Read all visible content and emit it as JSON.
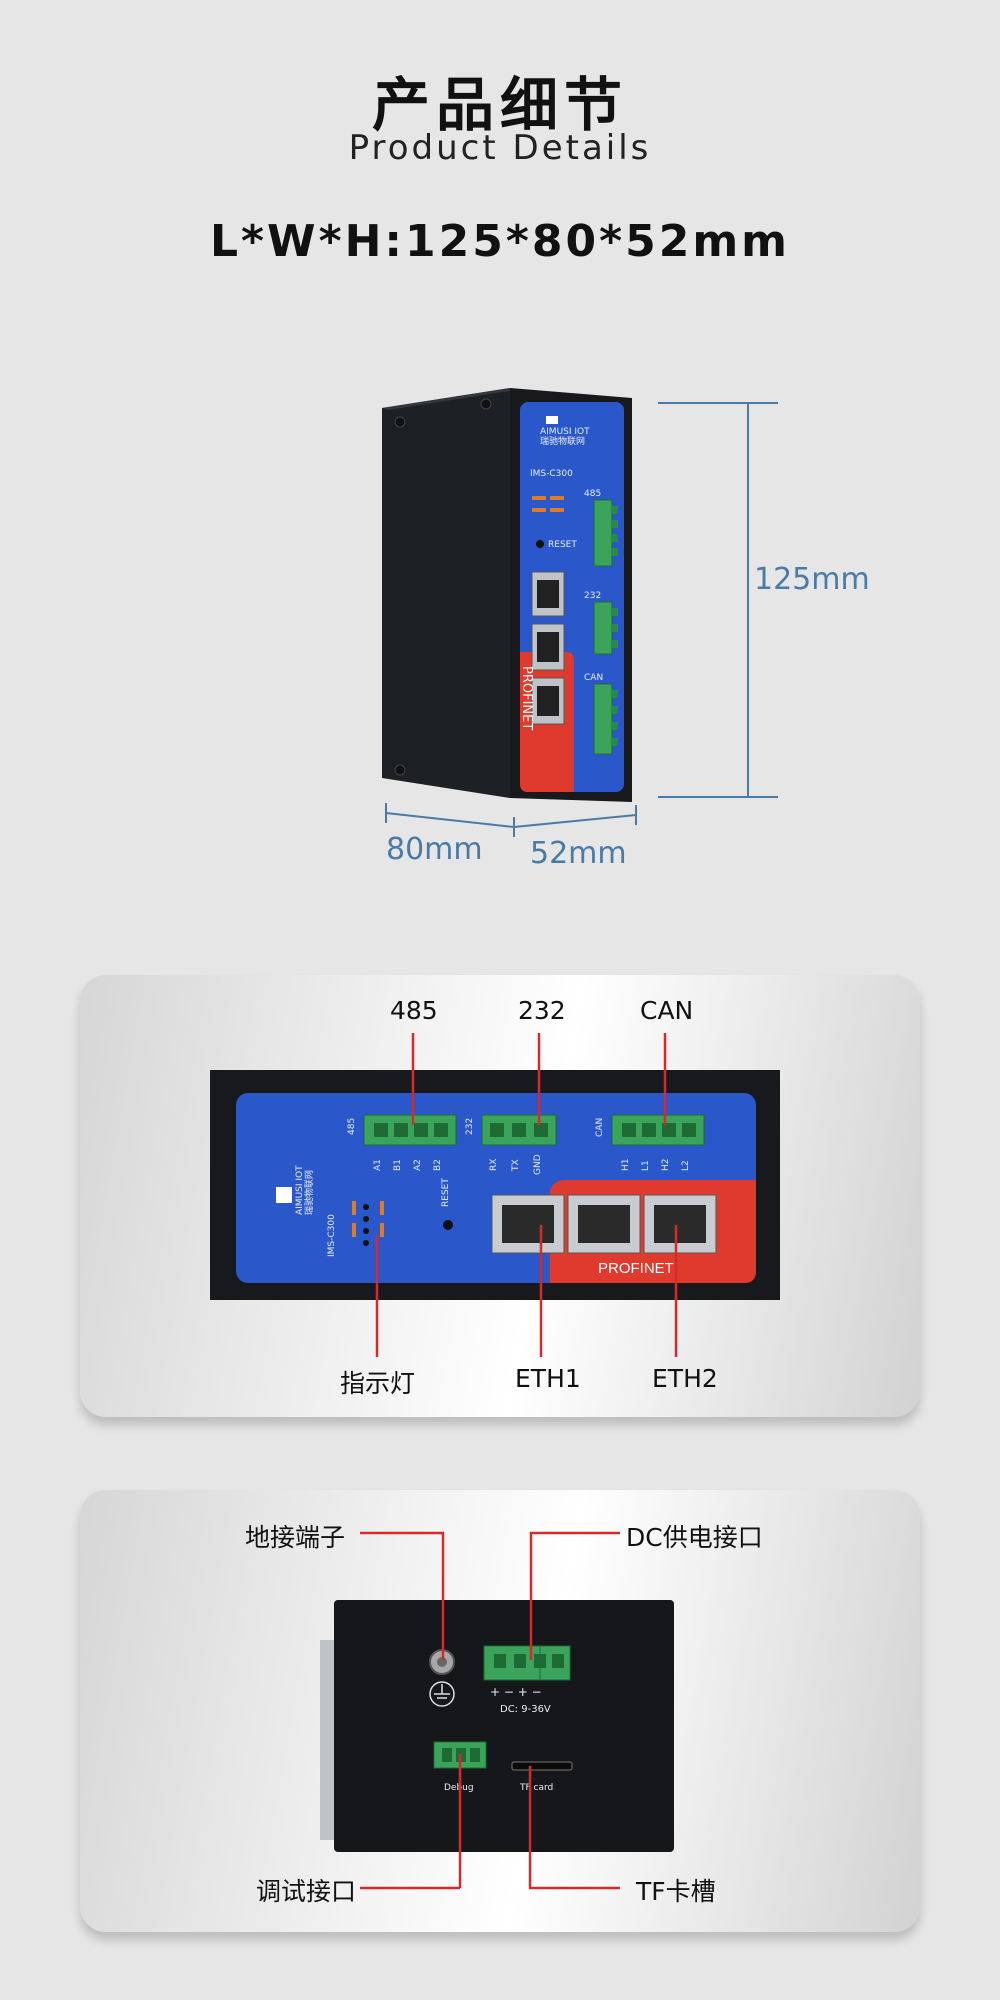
{
  "header": {
    "title_cn": "产品细节",
    "title_en": "Product Details",
    "dimensions": "L*W*H:125*80*52mm"
  },
  "product_view": {
    "height_label": "125mm",
    "width_label": "80mm",
    "depth_label": "52mm",
    "brand_text": "AIMUSI IOT",
    "brand_cn": "瑞驰物联网",
    "model": "IMS-C300",
    "reset_label": "RESET",
    "port_485": "485",
    "port_232": "232",
    "port_can": "CAN",
    "profinet": "PROFINET"
  },
  "panel_front": {
    "labels": {
      "p485": "485",
      "p232": "232",
      "can": "CAN",
      "indicator": "指示灯",
      "eth1": "ETH1",
      "eth2": "ETH2"
    },
    "device": {
      "brand": "AIMUSI IOT",
      "brand_cn": "瑞驰物联网",
      "model": "IMS-C300",
      "reset": "RESET",
      "profinet": "PROFINET",
      "pins_485": [
        "A1",
        "B1",
        "A2",
        "B2"
      ],
      "pins_232": [
        "RX",
        "TX",
        "GND"
      ],
      "pins_can": [
        "H1",
        "L1",
        "H2",
        "L2"
      ],
      "side_485": "485",
      "side_232": "232",
      "side_can": "CAN"
    }
  },
  "panel_back": {
    "labels": {
      "ground": "地接端子",
      "dc_power": "DC供电接口",
      "debug_port": "调试接口",
      "tf_slot": "TF卡槽"
    },
    "device": {
      "dc_text": "DC: 9-36V",
      "polarity": "+  −  +  −",
      "debug": "Debug",
      "tf_card": "TF card"
    }
  },
  "colors": {
    "accent_blue": "#2a57c9",
    "accent_red": "#e03a2e",
    "terminal_green": "#3aa55a",
    "callout_line": "#d62a2a",
    "measure_line": "#4a7aa6"
  }
}
